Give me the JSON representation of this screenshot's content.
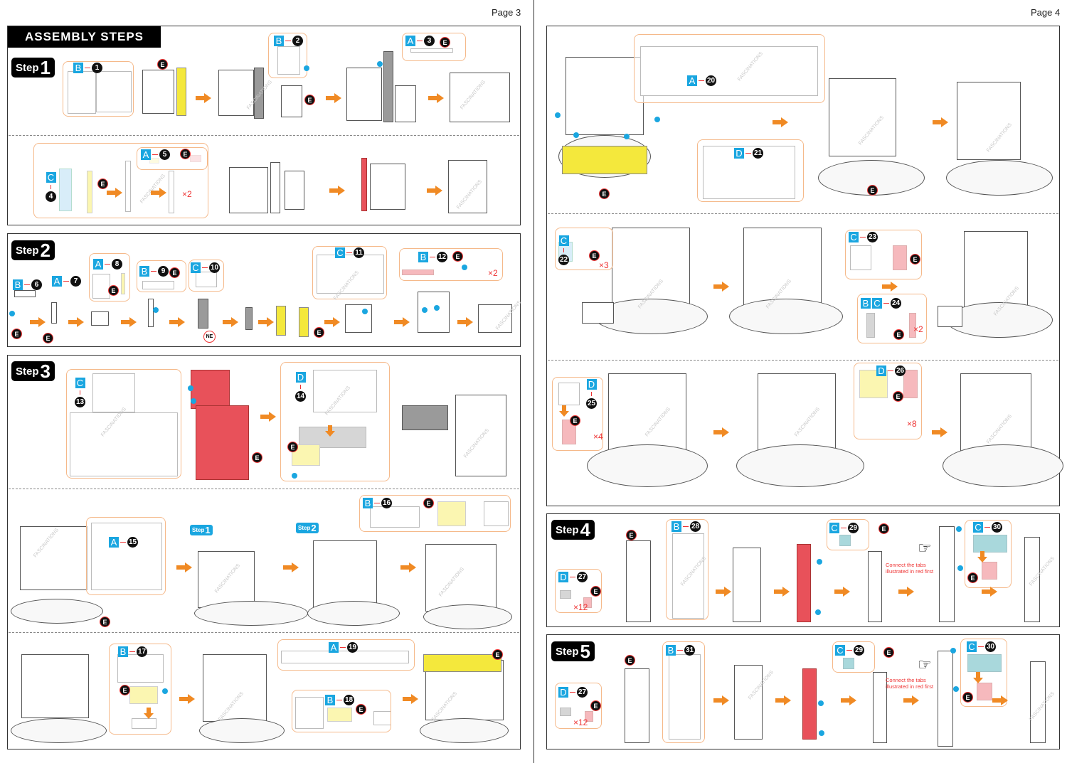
{
  "pages": [
    {
      "label": "Page 3"
    },
    {
      "label": "Page 4"
    }
  ],
  "header": "ASSEMBLY STEPS",
  "steps": [
    {
      "word": "Step",
      "num": "1"
    },
    {
      "word": "Step",
      "num": "2"
    },
    {
      "word": "Step",
      "num": "3"
    },
    {
      "word": "Step",
      "num": "4"
    },
    {
      "word": "Step",
      "num": "5"
    }
  ],
  "mini_steps": [
    {
      "word": "Step",
      "num": "1"
    },
    {
      "word": "Step",
      "num": "2"
    }
  ],
  "callouts": [
    {
      "parts": [
        "B"
      ],
      "num": "1"
    },
    {
      "parts": [
        "B"
      ],
      "num": "2"
    },
    {
      "parts": [
        "A"
      ],
      "num": "3"
    },
    {
      "parts": [
        "C"
      ],
      "num": "4"
    },
    {
      "parts": [
        "A"
      ],
      "num": "5"
    },
    {
      "parts": [
        "B"
      ],
      "num": "6"
    },
    {
      "parts": [
        "A"
      ],
      "num": "7"
    },
    {
      "parts": [
        "A"
      ],
      "num": "8"
    },
    {
      "parts": [
        "B"
      ],
      "num": "9"
    },
    {
      "parts": [
        "C"
      ],
      "num": "10"
    },
    {
      "parts": [
        "C"
      ],
      "num": "11"
    },
    {
      "parts": [
        "B"
      ],
      "num": "12"
    },
    {
      "parts": [
        "C"
      ],
      "num": "13"
    },
    {
      "parts": [
        "D"
      ],
      "num": "14"
    },
    {
      "parts": [
        "A"
      ],
      "num": "15"
    },
    {
      "parts": [
        "B"
      ],
      "num": "16"
    },
    {
      "parts": [
        "B"
      ],
      "num": "17"
    },
    {
      "parts": [
        "A"
      ],
      "num": "19"
    },
    {
      "parts": [
        "B"
      ],
      "num": "18"
    },
    {
      "parts": [
        "A"
      ],
      "num": "20"
    },
    {
      "parts": [
        "D"
      ],
      "num": "21"
    },
    {
      "parts": [
        "C"
      ],
      "num": "22"
    },
    {
      "parts": [
        "C"
      ],
      "num": "23"
    },
    {
      "parts": [
        "B",
        "C"
      ],
      "num": "24"
    },
    {
      "parts": [
        "D"
      ],
      "num": "25"
    },
    {
      "parts": [
        "D"
      ],
      "num": "26"
    },
    {
      "parts": [
        "D"
      ],
      "num": "27"
    },
    {
      "parts": [
        "B"
      ],
      "num": "28"
    },
    {
      "parts": [
        "C"
      ],
      "num": "29"
    },
    {
      "parts": [
        "C"
      ],
      "num": "30"
    },
    {
      "parts": [
        "D"
      ],
      "num": "27"
    },
    {
      "parts": [
        "B"
      ],
      "num": "31"
    },
    {
      "parts": [
        "C"
      ],
      "num": "29"
    },
    {
      "parts": [
        "C"
      ],
      "num": "30"
    }
  ],
  "markers": {
    "e": "E",
    "ne": "NE"
  },
  "multipliers": [
    "×2",
    "×2",
    "×3",
    "×2",
    "×4",
    "×8",
    "×12",
    "×12"
  ],
  "notes": [
    "Connect the tabs illustrated in red first",
    "Connect the tabs illustrated in red first"
  ],
  "watermark": "FASCINATIONS",
  "colors": {
    "accent_orange": "#f08a24",
    "frame_orange": "#f5b98a",
    "part_letter_blue": "#1aa6e0",
    "highlight_yellow": "#f4e83c",
    "highlight_red": "#e8515a",
    "highlight_teal": "#2a9fa8"
  }
}
